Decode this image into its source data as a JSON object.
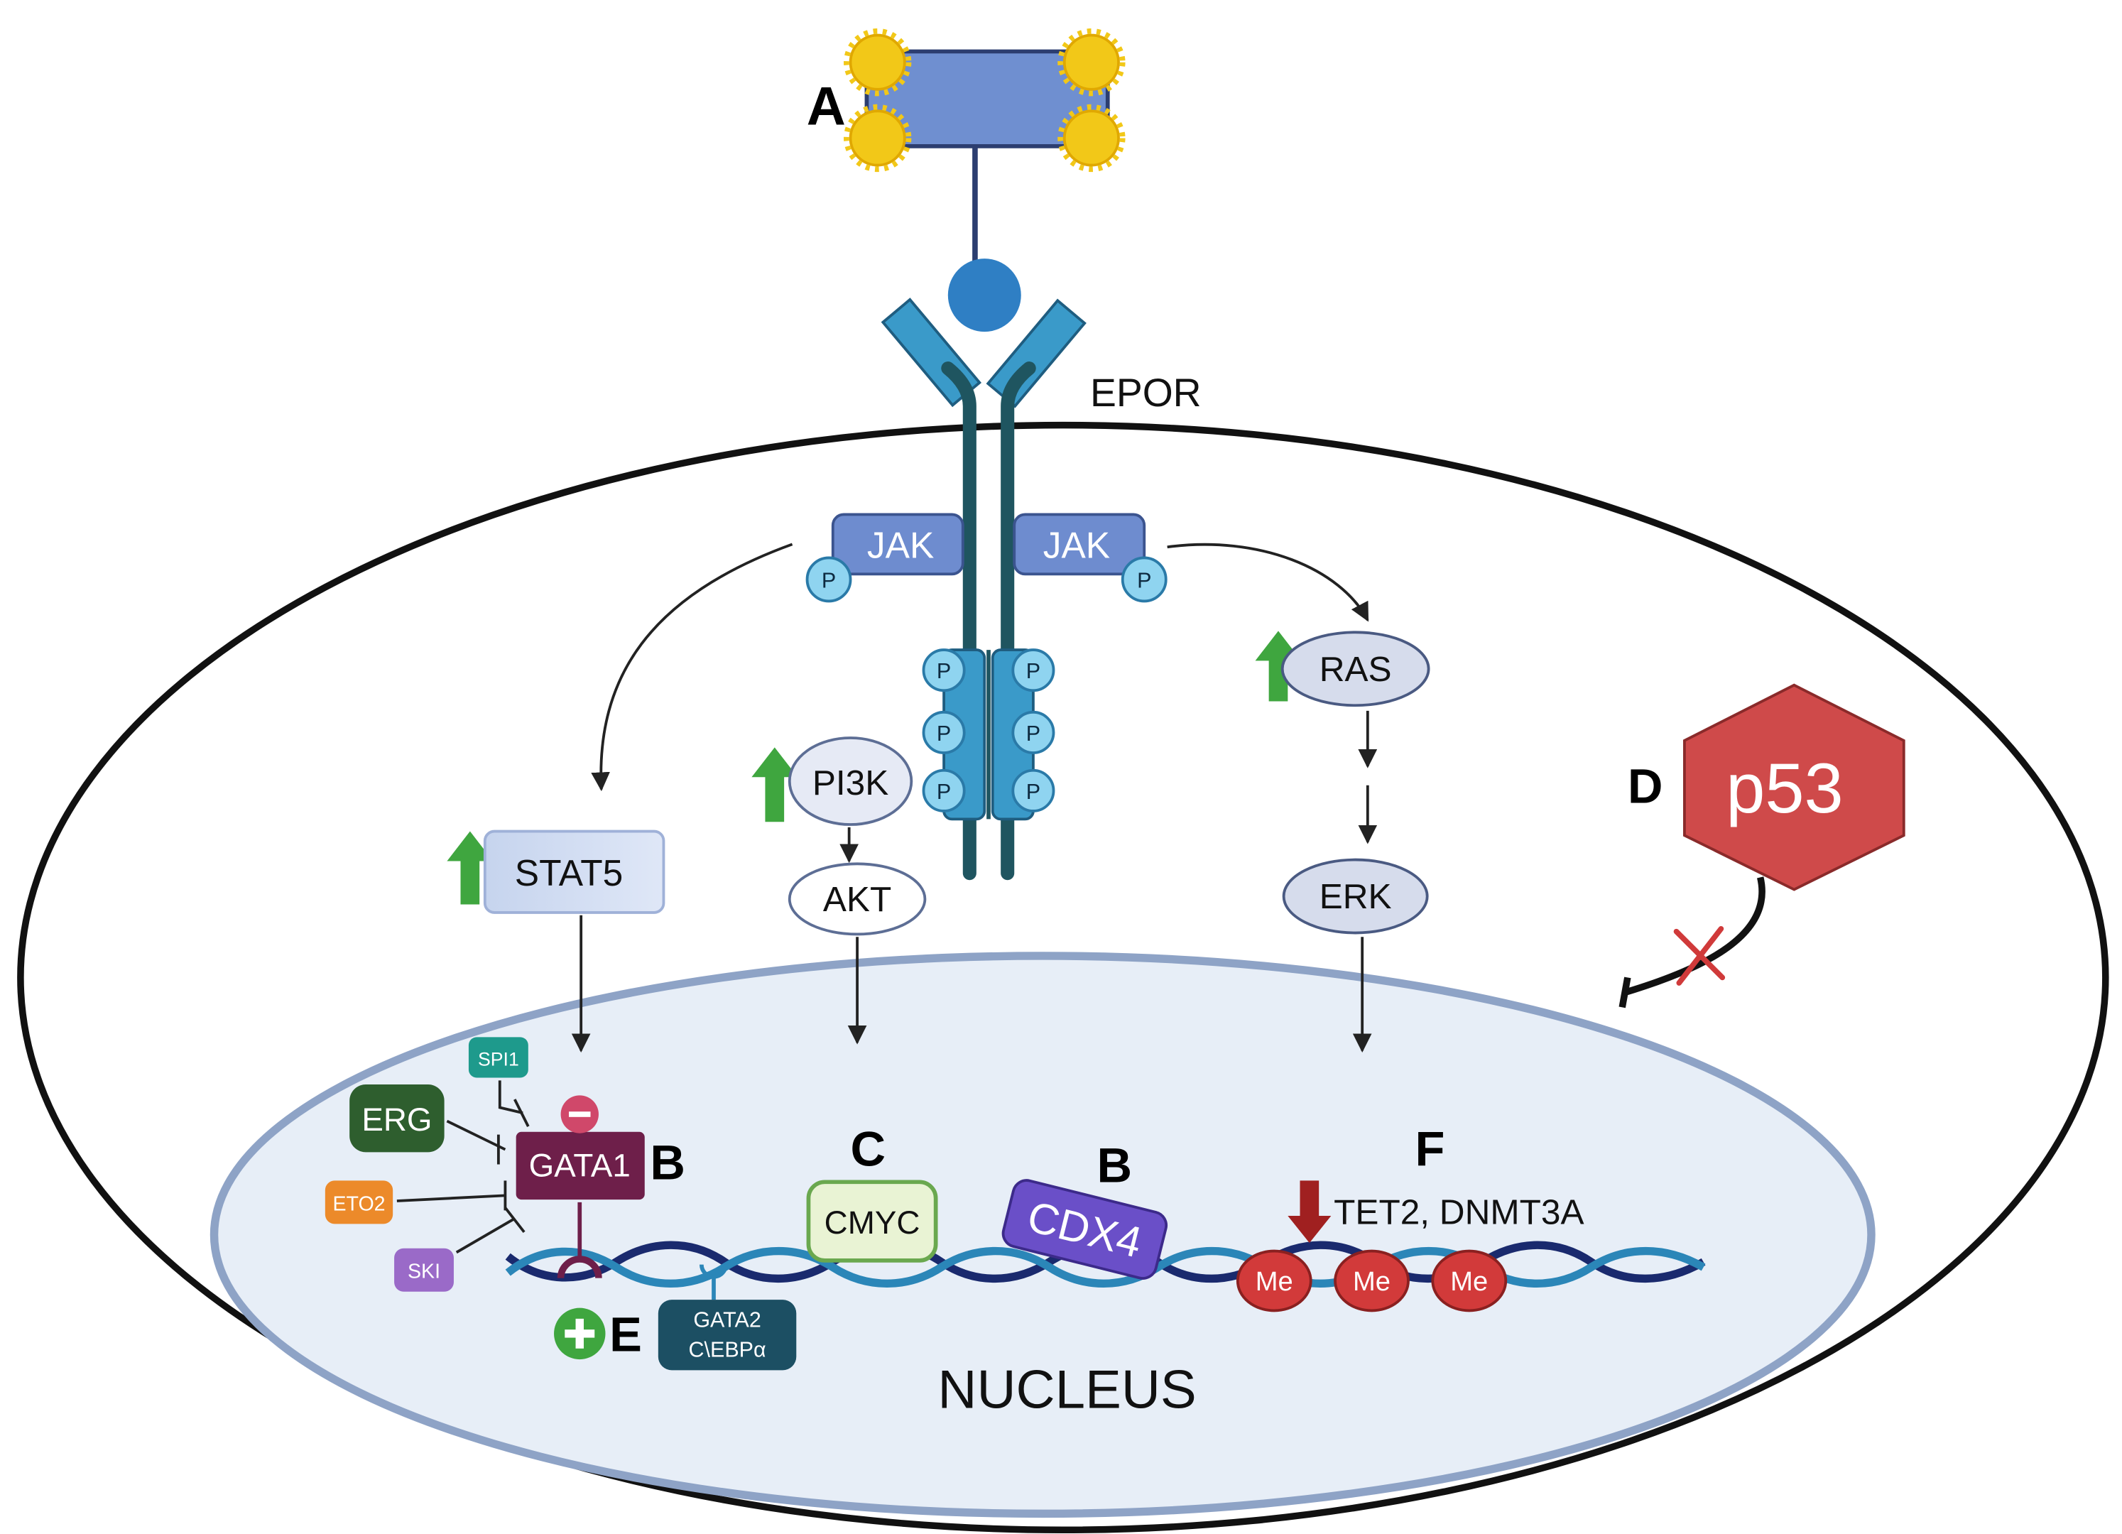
{
  "labels": {
    "A": "A",
    "B_gata1": "B",
    "B_cdx4": "B",
    "C": "C",
    "D": "D",
    "E": "E",
    "F": "F",
    "epor": "EPOR",
    "jak": "JAK",
    "p": "P",
    "stat5": "STAT5",
    "pi3k": "PI3K",
    "akt": "AKT",
    "ras": "RAS",
    "erk": "ERK",
    "p53": "p53",
    "spi1": "SPI1",
    "erg": "ERG",
    "gata1": "GATA1",
    "eto2": "ETO2",
    "ski": "SKI",
    "cmyc": "CMYC",
    "cdx4": "CDX4",
    "tet2_dnmt3a": "TET2, DNMT3A",
    "me": "Me",
    "gata2": "GATA2",
    "cebpa": "C\\EBPα",
    "nucleus": "NUCLEUS"
  },
  "colors": {
    "receptor_body": "#6f8fd0",
    "receptor_ligand": "#f2c818",
    "epo_ball": "#2f7fc4",
    "receptor_arm": "#3a9ac9",
    "stem": "#1f5560",
    "jak": "#6e8ccf",
    "phospho": "#8fd4f0",
    "cell_border": "#111111",
    "nucleus_fill": "#e7eef7",
    "nucleus_border": "#8ea3c6",
    "oval_fill": "#e6eaf5",
    "up_arrow": "#3fa63f",
    "down_arrow": "#a02020",
    "p53": "#cf4a4a",
    "gata1": "#6e1f4a",
    "erg": "#2e5e2e",
    "spi1": "#1e9a8c",
    "eto2": "#ec8a2a",
    "ski": "#9a6ac8",
    "cmyc": "#e9f3d4",
    "cdx4": "#6a4fc8",
    "gata2_box": "#1c4f63",
    "me": "#d23a3a",
    "inhibit_minus": "#d0486a",
    "plus": "#3fa63f",
    "dna_dark": "#1a2a6e",
    "dna_light": "#2b86b8"
  }
}
